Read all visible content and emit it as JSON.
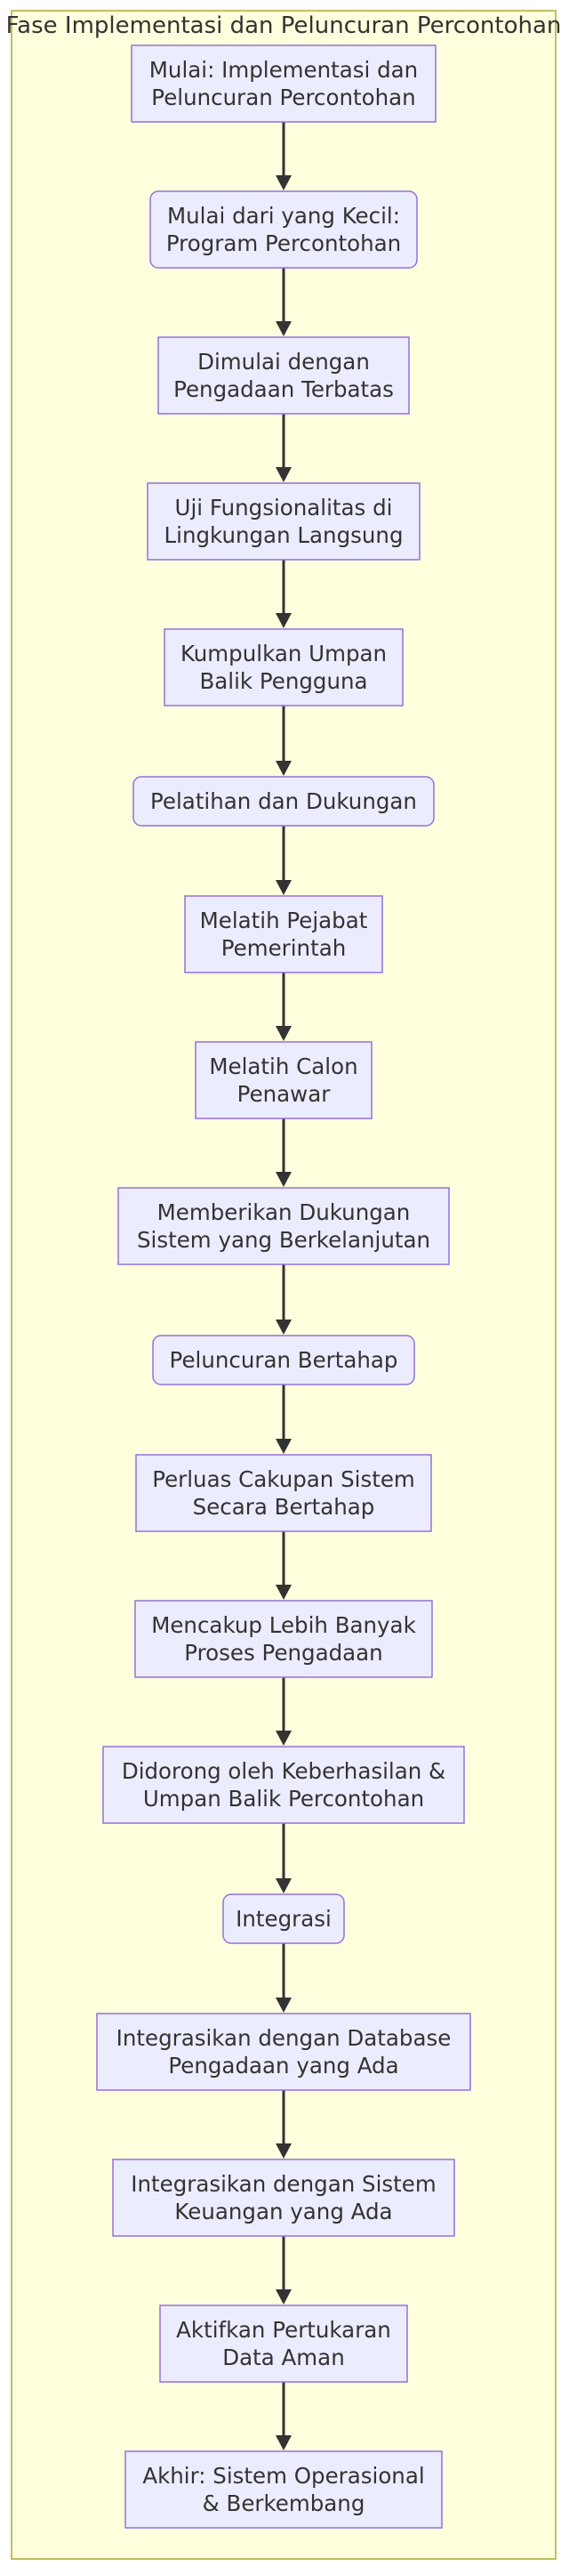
{
  "diagram": {
    "type": "flowchart",
    "direction": "top-down",
    "cluster": {
      "title": "Fase Implementasi dan Peluncuran Percontohan"
    },
    "nodes": [
      {
        "id": "n1",
        "shape": "rect",
        "lines": [
          "Mulai: Implementasi dan",
          "Peluncuran Percontohan"
        ]
      },
      {
        "id": "n2",
        "shape": "rounded",
        "lines": [
          "Mulai dari yang Kecil:",
          "Program Percontohan"
        ]
      },
      {
        "id": "n3",
        "shape": "rect",
        "lines": [
          "Dimulai dengan",
          "Pengadaan Terbatas"
        ]
      },
      {
        "id": "n4",
        "shape": "rect",
        "lines": [
          "Uji Fungsionalitas di",
          "Lingkungan Langsung"
        ]
      },
      {
        "id": "n5",
        "shape": "rect",
        "lines": [
          "Kumpulkan Umpan",
          "Balik Pengguna"
        ]
      },
      {
        "id": "n6",
        "shape": "rounded",
        "lines": [
          "Pelatihan dan Dukungan"
        ]
      },
      {
        "id": "n7",
        "shape": "rect",
        "lines": [
          "Melatih Pejabat",
          "Pemerintah"
        ]
      },
      {
        "id": "n8",
        "shape": "rect",
        "lines": [
          "Melatih Calon",
          "Penawar"
        ]
      },
      {
        "id": "n9",
        "shape": "rect",
        "lines": [
          "Memberikan Dukungan",
          "Sistem yang Berkelanjutan"
        ]
      },
      {
        "id": "n10",
        "shape": "rounded",
        "lines": [
          "Peluncuran Bertahap"
        ]
      },
      {
        "id": "n11",
        "shape": "rect",
        "lines": [
          "Perluas Cakupan Sistem",
          "Secara Bertahap"
        ]
      },
      {
        "id": "n12",
        "shape": "rect",
        "lines": [
          "Mencakup Lebih Banyak",
          "Proses Pengadaan"
        ]
      },
      {
        "id": "n13",
        "shape": "rect",
        "lines": [
          "Didorong oleh Keberhasilan &",
          "Umpan Balik Percontohan"
        ]
      },
      {
        "id": "n14",
        "shape": "rounded",
        "lines": [
          "Integrasi"
        ]
      },
      {
        "id": "n15",
        "shape": "rect",
        "lines": [
          "Integrasikan dengan Database",
          "Pengadaan yang Ada"
        ]
      },
      {
        "id": "n16",
        "shape": "rect",
        "lines": [
          "Integrasikan dengan Sistem",
          "Keuangan yang Ada"
        ]
      },
      {
        "id": "n17",
        "shape": "rect",
        "lines": [
          "Aktifkan Pertukaran",
          "Data Aman"
        ]
      },
      {
        "id": "n18",
        "shape": "rect",
        "lines": [
          "Akhir: Sistem Operasional",
          "& Berkembang"
        ]
      }
    ],
    "edges": [
      [
        "n1",
        "n2"
      ],
      [
        "n2",
        "n3"
      ],
      [
        "n3",
        "n4"
      ],
      [
        "n4",
        "n5"
      ],
      [
        "n5",
        "n6"
      ],
      [
        "n6",
        "n7"
      ],
      [
        "n7",
        "n8"
      ],
      [
        "n8",
        "n9"
      ],
      [
        "n9",
        "n10"
      ],
      [
        "n10",
        "n11"
      ],
      [
        "n11",
        "n12"
      ],
      [
        "n12",
        "n13"
      ],
      [
        "n13",
        "n14"
      ],
      [
        "n14",
        "n15"
      ],
      [
        "n15",
        "n16"
      ],
      [
        "n16",
        "n17"
      ],
      [
        "n17",
        "n18"
      ]
    ]
  }
}
